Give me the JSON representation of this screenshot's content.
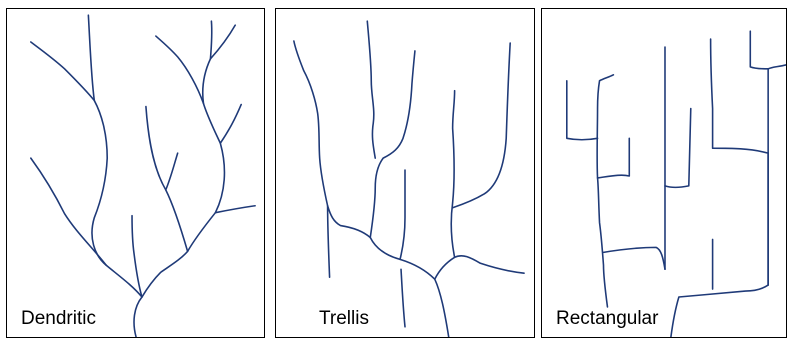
{
  "panels": [
    {
      "id": "dendritic",
      "label": "Dendritic"
    },
    {
      "id": "trellis",
      "label": "Trellis"
    },
    {
      "id": "rectangular",
      "label": "Rectangular"
    }
  ],
  "colors": {
    "stream": "#1f3a78",
    "border": "#000000",
    "background": "#ffffff"
  }
}
